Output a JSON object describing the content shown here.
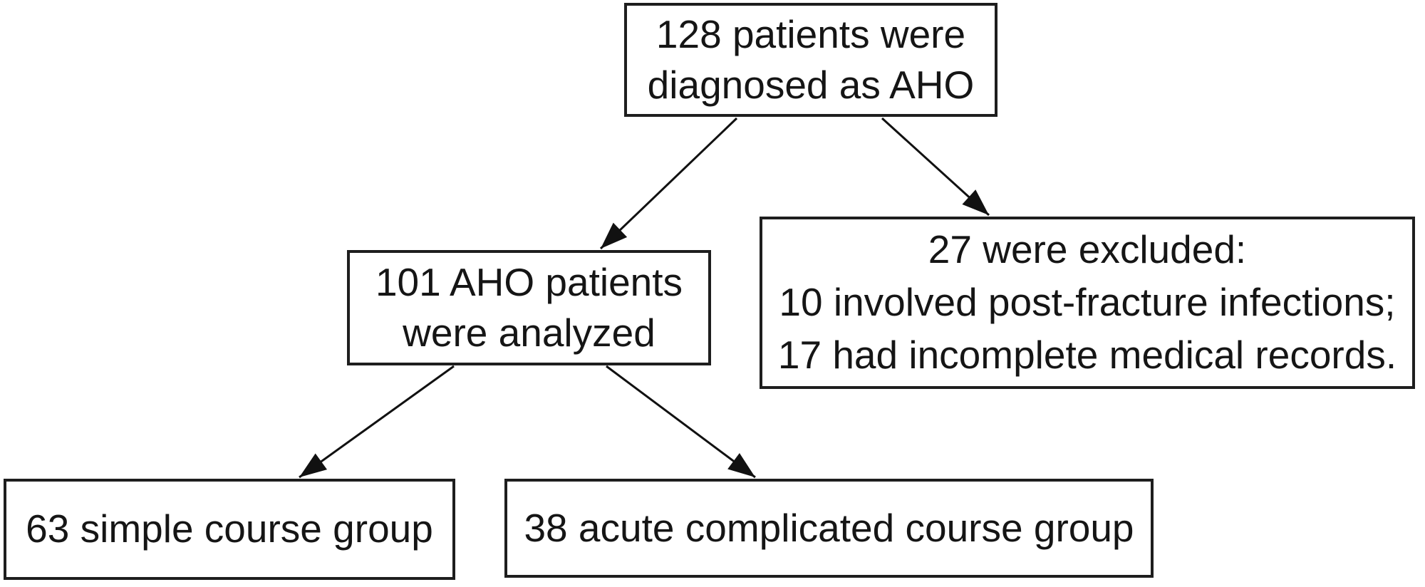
{
  "figure": {
    "title": "AHO patient selection flowchart",
    "background_color": "#ffffff",
    "box_border_color": "#1e1e1e",
    "text_color": "#151515",
    "arrow_color": "#111111"
  },
  "nodes": {
    "diagnosed": {
      "lines": [
        "128 patients were",
        "diagnosed as AHO"
      ],
      "count": 128
    },
    "analyzed": {
      "lines": [
        "101 AHO patients",
        "were analyzed"
      ],
      "count": 101
    },
    "excluded": {
      "lines": [
        "27 were excluded:",
        "10 involved post-fracture infections;",
        "17 had incomplete medical records."
      ],
      "count": 27
    },
    "simple": {
      "lines": [
        "63 simple course group"
      ],
      "count": 63
    },
    "complicated": {
      "lines": [
        "38 acute complicated course group"
      ],
      "count": 38
    }
  },
  "edges": [
    {
      "from": "diagnosed",
      "to": "analyzed"
    },
    {
      "from": "diagnosed",
      "to": "excluded"
    },
    {
      "from": "analyzed",
      "to": "simple"
    },
    {
      "from": "analyzed",
      "to": "complicated"
    }
  ]
}
